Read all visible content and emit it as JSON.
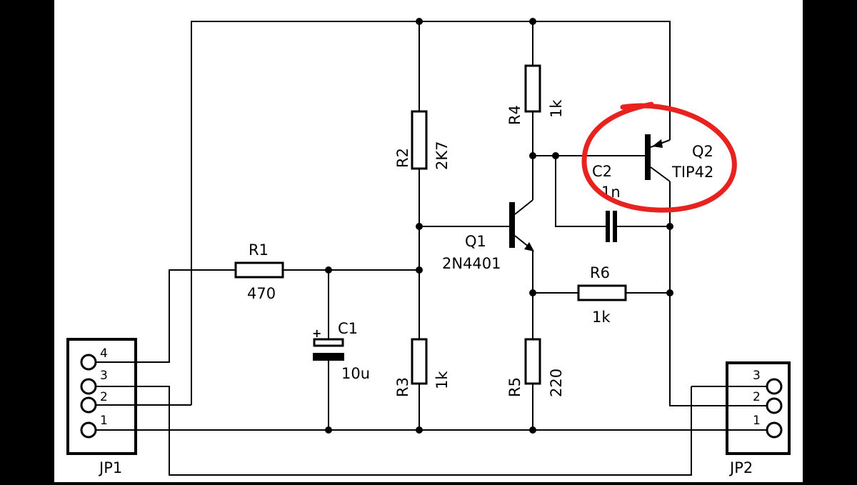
{
  "colors": {
    "background": "#000000",
    "canvas": "#ffffff",
    "ink": "#000000",
    "highlight": "#e8231f"
  },
  "components": {
    "r1": {
      "ref": "R1",
      "value": "470"
    },
    "r2": {
      "ref": "R2",
      "value": "2K7"
    },
    "r3": {
      "ref": "R3",
      "value": "1k"
    },
    "r4": {
      "ref": "R4",
      "value": "1k"
    },
    "r5": {
      "ref": "R5",
      "value": "220"
    },
    "r6": {
      "ref": "R6",
      "value": "1k"
    },
    "c1": {
      "ref": "C1",
      "value": "10u",
      "polarity": "+"
    },
    "c2": {
      "ref": "C2",
      "value": "1n"
    },
    "q1": {
      "ref": "Q1",
      "value": "2N4401"
    },
    "q2": {
      "ref": "Q2",
      "value": "TIP42"
    }
  },
  "connectors": {
    "jp1": {
      "ref": "JP1",
      "pins": [
        "4",
        "3",
        "2",
        "1"
      ]
    },
    "jp2": {
      "ref": "JP2",
      "pins": [
        "3",
        "2",
        "1"
      ]
    }
  }
}
